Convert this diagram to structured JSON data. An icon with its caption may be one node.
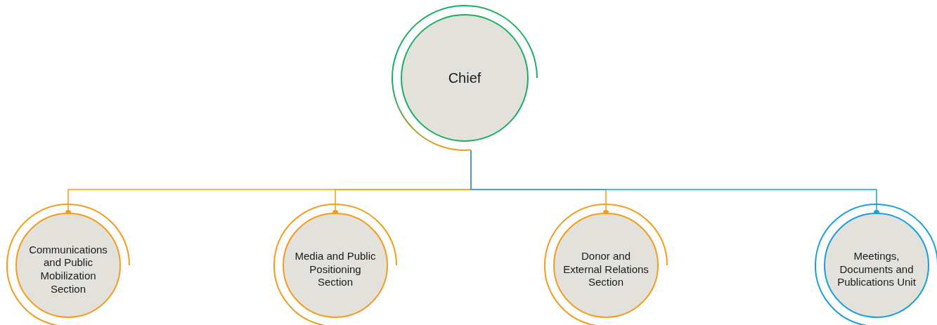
{
  "diagram": {
    "nodes": [
      {
        "text": [
          "Chief"
        ]
      },
      {
        "text": [
          "Communications and Public Mobilization Section"
        ]
      },
      {
        "text": [
          "Media and Public Positioning Section"
        ]
      },
      {
        "text": [
          "Donor and External Relations Section"
        ]
      },
      {
        "text": [
          "Meetings, Documents and Publications Unit"
        ]
      }
    ],
    "edges": [
      {
        "from": 0,
        "to": 1,
        "arrow": "other"
      },
      {
        "from": 0,
        "to": 2,
        "arrow": "other"
      },
      {
        "from": 0,
        "to": 3,
        "arrow": "other"
      },
      {
        "from": 0,
        "to": 4,
        "arrow": "other",
        "color": "#1a9fd9"
      }
    ]
  }
}
